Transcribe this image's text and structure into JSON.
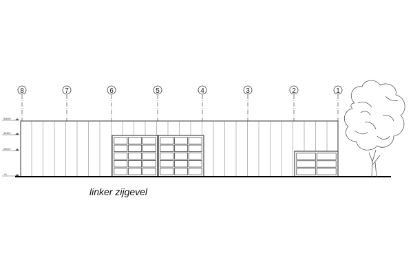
{
  "title": "linker zijgevel",
  "axes": [
    "8",
    "7",
    "6",
    "5",
    "4",
    "3",
    "2",
    "1"
  ],
  "levels": [
    "9000+",
    "4260+",
    "2600+",
    "+0"
  ],
  "doors": [
    {
      "name": "overhead-door-large-left",
      "rows": 5,
      "cols": 3
    },
    {
      "name": "overhead-door-large-right",
      "rows": 5,
      "cols": 3
    },
    {
      "name": "overhead-door-small",
      "rows": 3,
      "cols": 2
    }
  ],
  "tree": "tree-icon"
}
